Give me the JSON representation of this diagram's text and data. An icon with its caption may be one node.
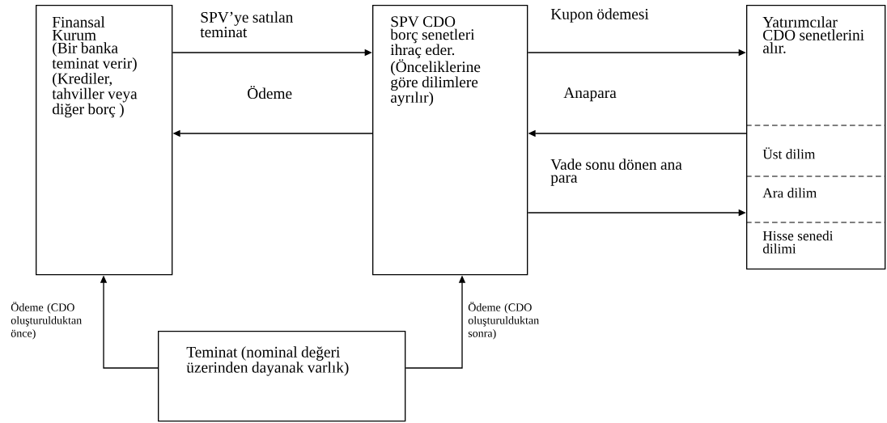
{
  "diagram": {
    "nodes": [
      {
        "text": [
          "Finansal Kurum (Bir banka teminat verir) (Krediler, tahviller veya diğer borç )"
        ]
      },
      {
        "text": [
          "SPV CDO borç senetleri ihraç eder. (Önceliklerine göre dilimlere ayrılır)"
        ]
      },
      {
        "text": [
          "Yatırımcılar CDO senetlerini alır.",
          "Üst dilim",
          "Ara dilim",
          "Hisse senedi dilimi"
        ]
      },
      {
        "text": [
          "Teminat (nominal değeri üzerinden dayanak varlık)"
        ]
      }
    ],
    "edges": [
      {
        "from": 0,
        "to": 1,
        "arrow": "to",
        "label": "SPV’ye satılan teminat"
      },
      {
        "from": 1,
        "to": 0,
        "arrow": "to",
        "label": "Ödeme"
      },
      {
        "from": 1,
        "to": 2,
        "arrow": "to",
        "label": "Kupon ödemesi"
      },
      {
        "from": 2,
        "to": 1,
        "arrow": "to",
        "label": "Anapara"
      },
      {
        "from": 1,
        "to": 2,
        "arrow": "to",
        "label": "Vade sonu dönen ana para"
      },
      {
        "from": 3,
        "to": 0,
        "arrow": "to",
        "label": "Ödeme (CDO oluşturulduktan önce)"
      },
      {
        "from": 3,
        "to": 1,
        "arrow": "to",
        "label": "Ödeme (CDO oluşturulduktan sonra)"
      }
    ]
  }
}
